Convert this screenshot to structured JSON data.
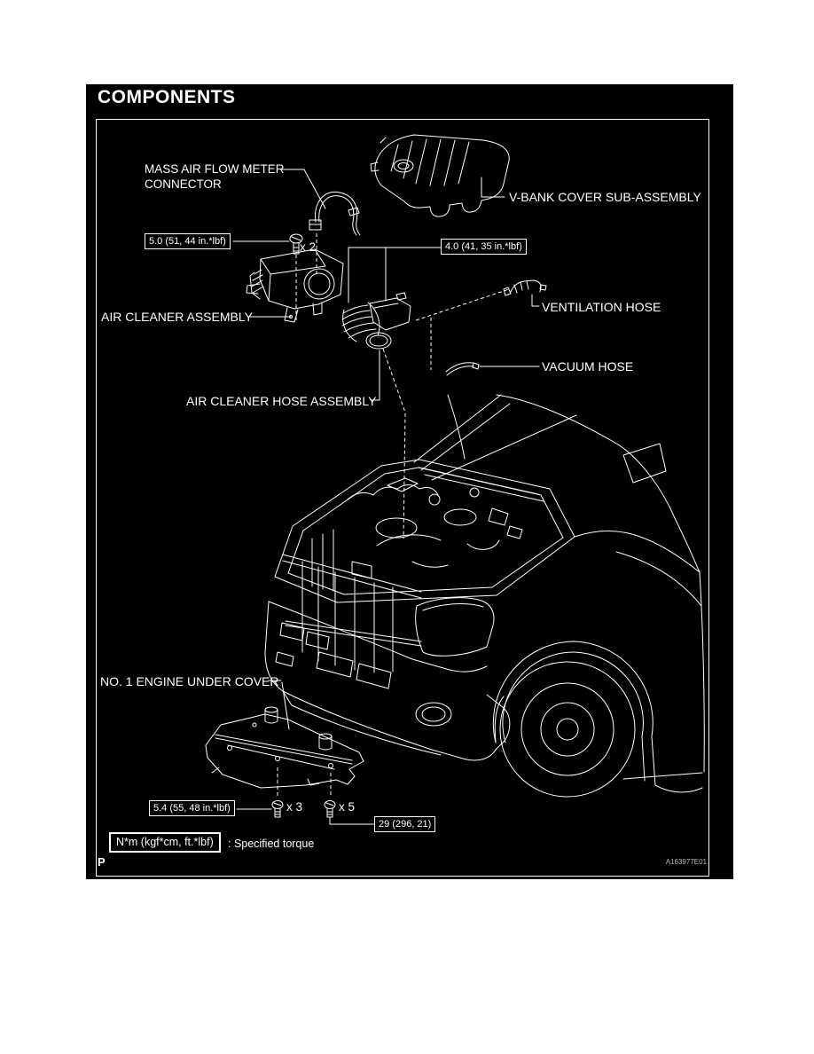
{
  "page": {
    "title": "COMPONENTS",
    "page_marker": "P",
    "figure_code": "A163977E01"
  },
  "labels": {
    "maf_line1": "MASS AIR FLOW METER",
    "maf_line2": "CONNECTOR",
    "v_bank_cover": "V-BANK COVER SUB-ASSEMBLY",
    "air_cleaner_assembly": "AIR CLEANER ASSEMBLY",
    "ventilation_hose": "VENTILATION HOSE",
    "vacuum_hose": "VACUUM HOSE",
    "air_cleaner_hose_assembly": "AIR CLEANER HOSE ASSEMBLY",
    "engine_under_cover": "NO. 1 ENGINE UNDER COVER"
  },
  "torque_specs": {
    "maf_screw": {
      "spec": "5.0 (51, 44 in.*lbf)",
      "count": "x 2"
    },
    "hose_clamp": {
      "spec": "4.0 (41, 35 in.*lbf)"
    },
    "under_cover_front": {
      "spec": "5.4 (55, 48 in.*lbf)",
      "count": "x 3"
    },
    "under_cover_rear": {
      "spec": "29 (296, 21)",
      "count": "x 5"
    }
  },
  "legend": {
    "unit_box": "N*m (kgf*cm, ft.*lbf)",
    "description": ": Specified torque"
  },
  "colors": {
    "page_background": "#ffffff",
    "diagram_background": "#000000",
    "line": "#ffffff",
    "text": "#ffffff"
  }
}
